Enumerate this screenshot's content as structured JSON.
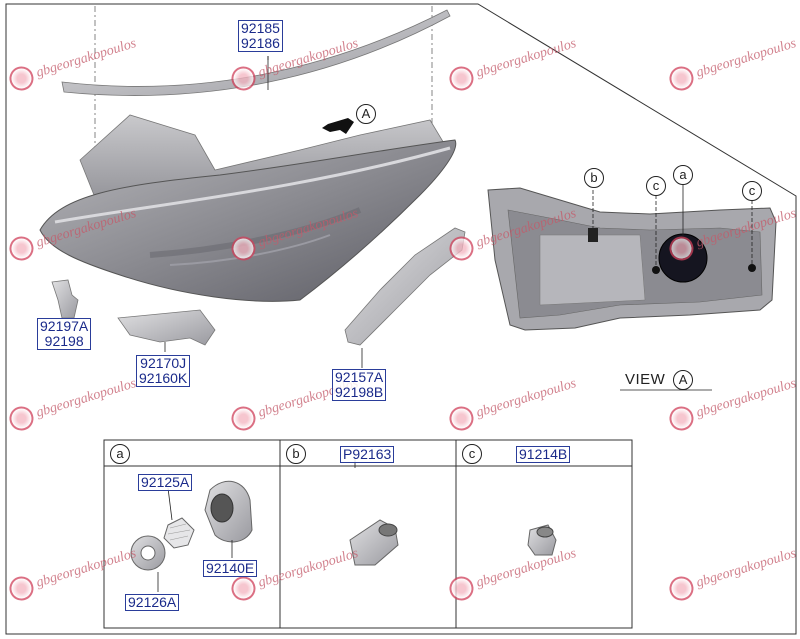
{
  "part_numbers": {
    "top_strip": [
      "92185",
      "92186"
    ],
    "bracket_left": [
      "92197A",
      "92198"
    ],
    "bracket_mid": [
      "92170J",
      "92160K"
    ],
    "bracket_right": [
      "92157A",
      "92198B"
    ],
    "cell_a_cap": "92125A",
    "cell_a_socket": "92140E",
    "cell_a_ring": "92126A",
    "cell_b": "P92163",
    "cell_c": "91214B"
  },
  "callouts": {
    "view_arrow": "A",
    "b": "b",
    "c_left": "c",
    "a": "a",
    "c_right": "c"
  },
  "view_label": {
    "text": "VIEW",
    "letter": "A"
  },
  "table_labels": {
    "a": "a",
    "b": "b",
    "c": "c"
  },
  "watermark": {
    "text": "gbgeorgakopoulos"
  },
  "colors": {
    "part_number_text": "#1a2a8a",
    "part_number_border": "#2a3d9a",
    "watermark": "#c45a6a",
    "line": "#222222"
  }
}
